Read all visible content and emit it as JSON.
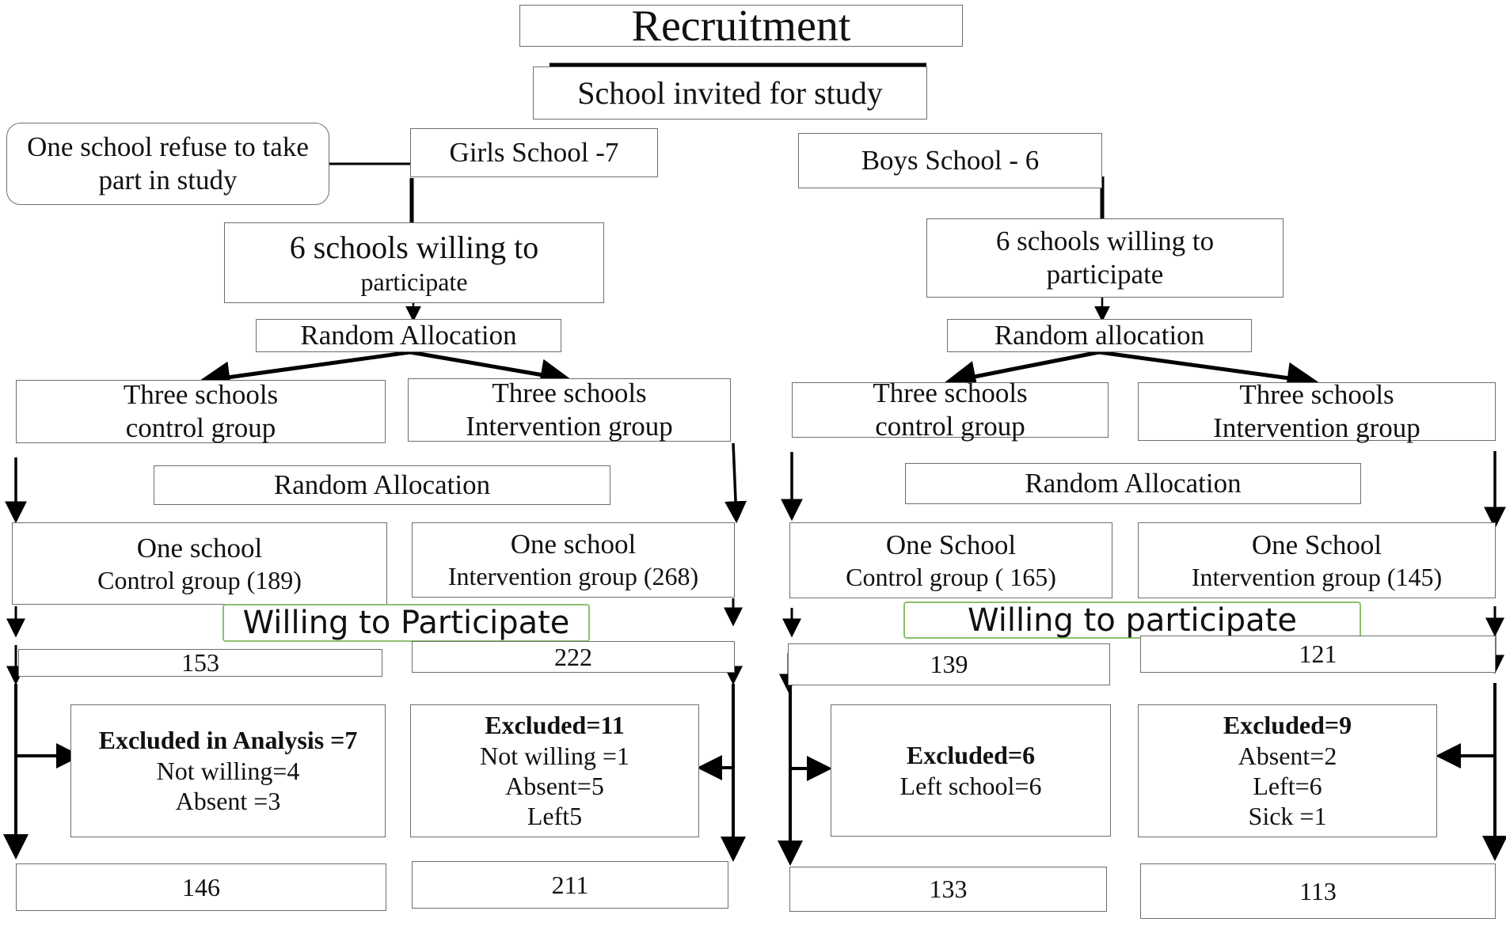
{
  "title": "Recruitment",
  "invited": "School invited for study",
  "refusal": {
    "line1": "One school refuse to take",
    "line2": "part in study"
  },
  "girls": {
    "school": "Girls School -7",
    "willing": {
      "line1": "6 schools willing to",
      "line2": "participate"
    },
    "allocation": "Random Allocation",
    "control_group": {
      "line1": "Three schools",
      "line2": "control group"
    },
    "intervention_group": {
      "line1": "Three schools",
      "line2": "Intervention group"
    },
    "allocation2": "Random Allocation",
    "control_school": {
      "line1": "One school",
      "line2": "Control group (189)"
    },
    "intervention_school": {
      "line1": "One school",
      "line2": "Intervention group (268)"
    },
    "willing_label": "Willing to Participate",
    "control_willing": "153",
    "intervention_willing": "222",
    "control_excluded": {
      "title": "Excluded in Analysis  =7",
      "line2": "Not willing=4",
      "line3": "Absent =3"
    },
    "intervention_excluded": {
      "title": "Excluded=11",
      "line2": "Not willing  =1",
      "line3": "Absent=5",
      "line4": "Left5"
    },
    "control_final": "146",
    "intervention_final": "211"
  },
  "boys": {
    "school": "Boys School - 6",
    "willing": {
      "line1": "6 schools willing to",
      "line2": "participate"
    },
    "allocation": "Random allocation",
    "control_group": {
      "line1": "Three schools",
      "line2": "control group"
    },
    "intervention_group": {
      "line1": "Three schools",
      "line2": "Intervention   group"
    },
    "allocation2": "Random Allocation",
    "control_school": {
      "line1": "One School",
      "line2": "Control group ( 165)"
    },
    "intervention_school": {
      "line1": "One School",
      "line2": "Intervention group (145)"
    },
    "willing_label": "Willing to participate",
    "control_willing": "139",
    "intervention_willing": "121",
    "control_excluded": {
      "title": "Excluded=6",
      "line2": "Left school=6"
    },
    "intervention_excluded": {
      "title": "Excluded=9",
      "line2": "Absent=2",
      "line3": "Left=6",
      "line4": "Sick =1"
    },
    "control_final": "133",
    "intervention_final": "113"
  }
}
